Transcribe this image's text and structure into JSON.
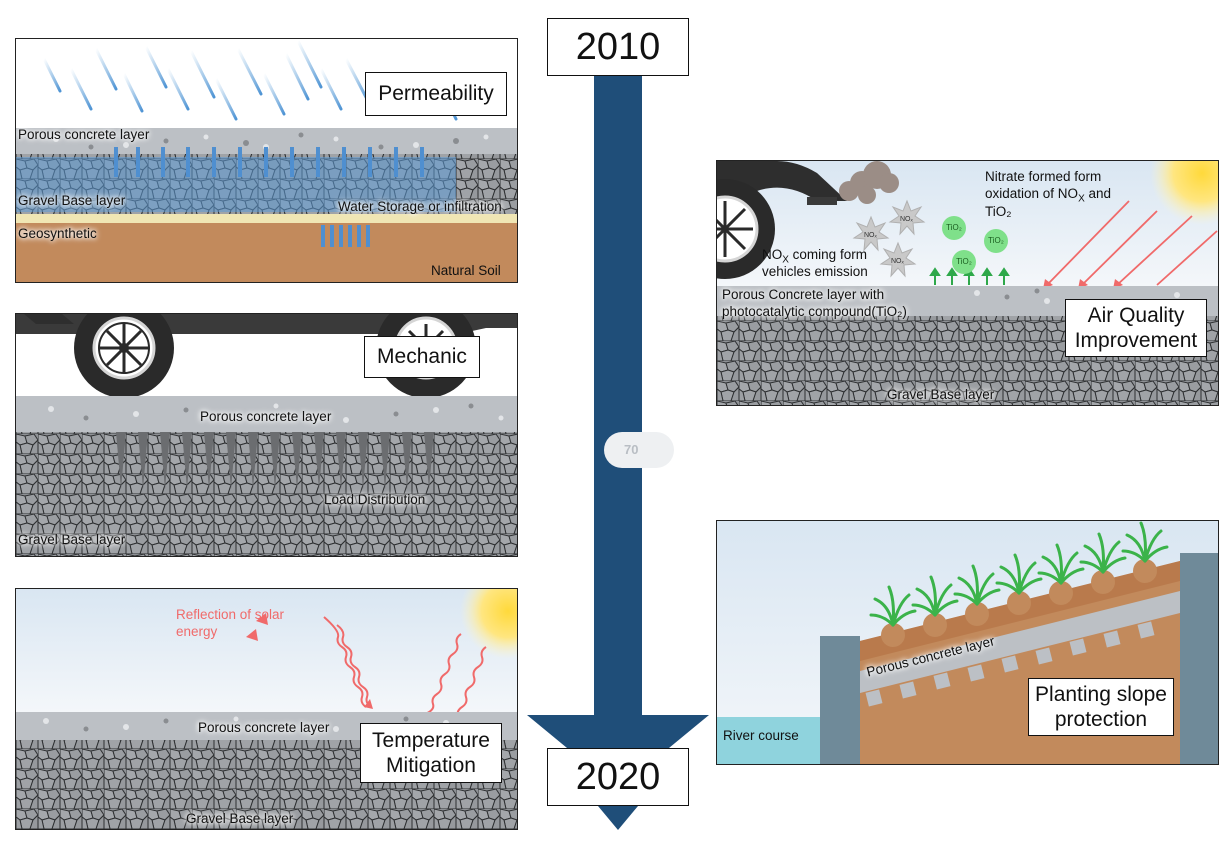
{
  "timeline": {
    "start_year": "2010",
    "end_year": "2020",
    "badge": "70",
    "arrow_color": "#1f4e79"
  },
  "panels": {
    "permeability": {
      "title": "Permeability",
      "layers": {
        "porous": "Porous concrete layer",
        "gravel": "Gravel Base layer",
        "water": "Water Storage or infiltration",
        "geosynthetic": "Geosynthetic",
        "soil": "Natural Soil"
      }
    },
    "mechanic": {
      "title": "Mechanic",
      "layers": {
        "porous": "Porous concrete layer",
        "load": "Load Distribution",
        "gravel": "Gravel Base layer"
      }
    },
    "temperature": {
      "title_line1": "Temperature",
      "title_line2": "Mitigation",
      "reflection_line1": "Reflection of solar",
      "reflection_line2": "energy",
      "layers": {
        "porous": "Porous concrete layer",
        "gravel": "Gravel Base layer"
      }
    },
    "air_quality": {
      "title_line1": "Air Quality",
      "title_line2": "Improvement",
      "nitrate_line1": "Nitrate formed form",
      "nitrate_line2_prefix": "oxidation of NO",
      "nitrate_line2_sub": "X",
      "nitrate_line2_suffix": " and",
      "nitrate_line3": "TiO₂",
      "nox_line1_prefix": "NO",
      "nox_line1_sub": "X",
      "nox_line1_suffix": " coming form",
      "nox_line2": "vehicles emission",
      "porous_line1": "Porous Concrete layer with",
      "porous_line2": "photocatalytic compound(TiO₂)",
      "gravel": "Gravel Base layer",
      "gas_label": "NOₓ",
      "tio2_label": "TiO₂"
    },
    "planting": {
      "title_line1": "Planting slope",
      "title_line2": "protection",
      "river": "River course",
      "porous": "Porous concrete layer"
    }
  },
  "colors": {
    "concrete": "#bcc0c5",
    "gravel": "#8c8f93",
    "soil": "#c28a5c",
    "water": "#6aa8dc",
    "river": "#8fd3dd",
    "wall": "#6f8a99",
    "sky": "#e6eef6",
    "ray": "#f06a6a"
  }
}
